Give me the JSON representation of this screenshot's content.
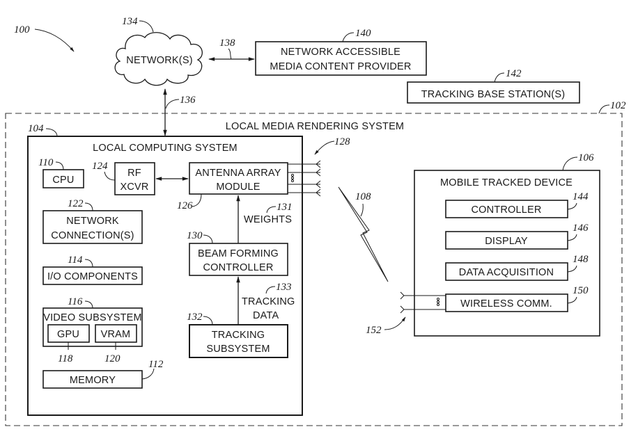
{
  "figure": {
    "ref": "100",
    "local_media_rendering_system": {
      "label": "LOCAL MEDIA RENDERING SYSTEM",
      "ref": "102"
    },
    "network": {
      "label": "NETWORK(S)",
      "ref": "134"
    },
    "network_link_ref": "136",
    "provider_link_ref": "138",
    "media_content_provider": {
      "line1": "NETWORK ACCESSIBLE",
      "line2": "MEDIA CONTENT PROVIDER",
      "ref": "140"
    },
    "tracking_base_station": {
      "label": "TRACKING BASE STATION(S)",
      "ref": "142"
    },
    "local_computing_system": {
      "label": "LOCAL COMPUTING SYSTEM",
      "ref": "104",
      "cpu": {
        "label": "CPU",
        "ref": "110"
      },
      "rf_xcvr": {
        "line1": "RF",
        "line2": "XCVR",
        "ref": "124"
      },
      "antenna_array_module": {
        "line1": "ANTENNA ARRAY",
        "line2": "MODULE",
        "ref": "126"
      },
      "antenna_array_ref": "128",
      "network_connections": {
        "line1": "NETWORK",
        "line2": "CONNECTION(S)",
        "ref": "122"
      },
      "weights": {
        "label": "WEIGHTS",
        "ref": "131"
      },
      "beam_forming_controller": {
        "line1": "BEAM FORMING",
        "line2": "CONTROLLER",
        "ref": "130"
      },
      "io_components": {
        "label": "I/O COMPONENTS",
        "ref": "114"
      },
      "tracking_data": {
        "line1": "TRACKING",
        "line2": "DATA",
        "ref": "133"
      },
      "video_subsystem": {
        "label": "VIDEO SUBSYSTEM",
        "ref": "116",
        "gpu": {
          "label": "GPU",
          "ref": "118"
        },
        "vram": {
          "label": "VRAM",
          "ref": "120"
        }
      },
      "tracking_subsystem": {
        "line1": "TRACKING",
        "line2": "SUBSYSTEM",
        "ref": "132"
      },
      "memory": {
        "label": "MEMORY",
        "ref": "112"
      }
    },
    "wireless_link_ref": "108",
    "mobile_tracked_device": {
      "label": "MOBILE TRACKED DEVICE",
      "ref": "106",
      "controller": {
        "label": "CONTROLLER",
        "ref": "144"
      },
      "display": {
        "label": "DISPLAY",
        "ref": "146"
      },
      "data_acquisition": {
        "label": "DATA ACQUISITION",
        "ref": "148"
      },
      "wireless_comm": {
        "label": "WIRELESS COMM.",
        "ref": "150"
      },
      "antenna_ref": "152"
    }
  }
}
